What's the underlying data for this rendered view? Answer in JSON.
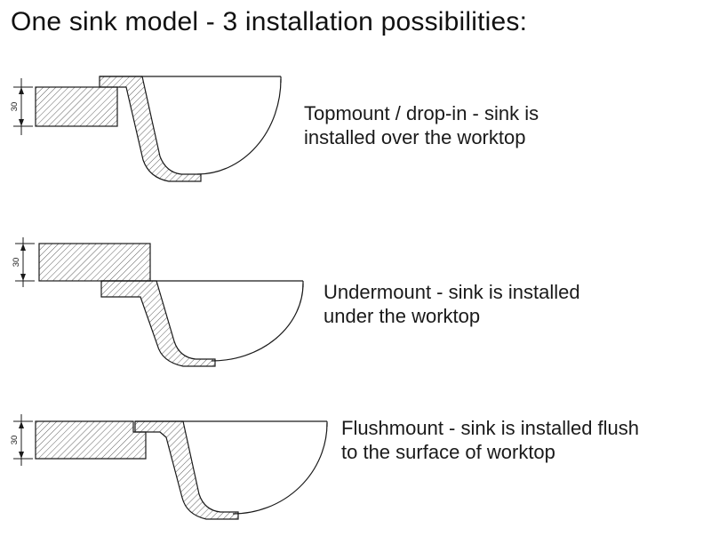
{
  "title": "One sink model - 3 installation possibilities:",
  "rows": [
    {
      "id": "topmount",
      "dimension": "30",
      "label": "Topmount / drop-in - sink is installed over the worktop"
    },
    {
      "id": "undermount",
      "dimension": "30",
      "label": "Undermount - sink is installed under the worktop"
    },
    {
      "id": "flushmount",
      "dimension": "30",
      "label": "Flushmount - sink is installed flush to the surface of worktop"
    }
  ]
}
